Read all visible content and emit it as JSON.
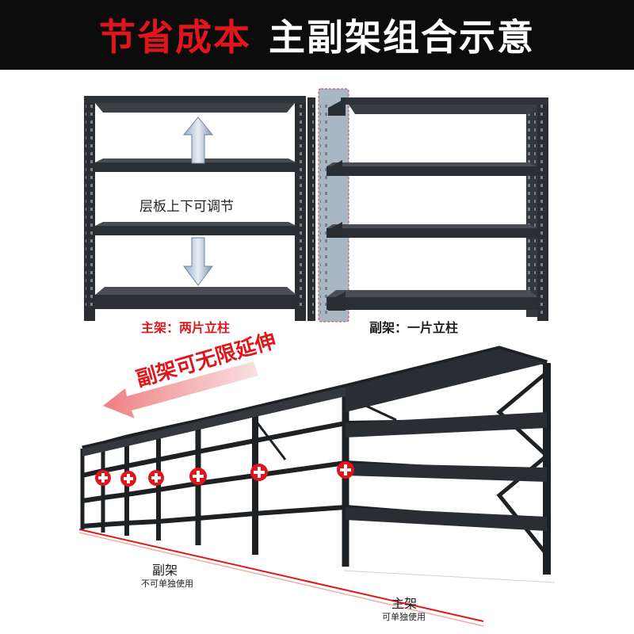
{
  "header": {
    "title_red": "节省成本",
    "title_white": "主副架组合示意"
  },
  "diagram": {
    "adjust_label": "层板上下可调节",
    "main_frame_caption": "主架：两片立柱",
    "sub_frame_caption": "副架：一片立柱",
    "slogan": "副架可无限延伸",
    "sub_frame_title": "副架",
    "sub_frame_note": "不可单独使用",
    "main_frame_title": "主架",
    "main_frame_note": "可单独使用"
  },
  "colors": {
    "accent_red": "#e1161c",
    "banner_bg": "#0c0c0c",
    "frame_dark": "#2a2d31",
    "highlight_blue": "#a9b6c4"
  },
  "icons": [
    "up-arrow-icon",
    "down-arrow-icon",
    "plus-connector-icon",
    "left-arrow-icon"
  ]
}
